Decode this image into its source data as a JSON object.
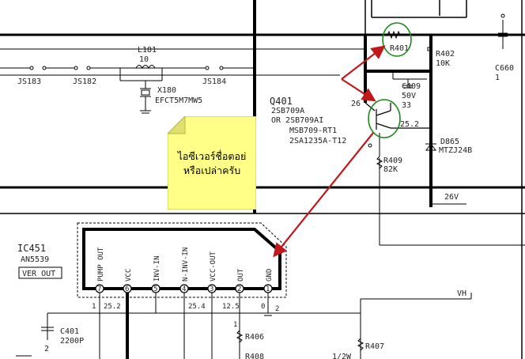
{
  "components": {
    "js183": "JS183",
    "js182": "JS182",
    "js184": "JS184",
    "l181": "L181",
    "l181_value": "10",
    "x180": "X180",
    "x180_part": "EFCT5M7MW5",
    "r401": "R401",
    "r402": "R402",
    "r402_value": "10K",
    "c409": "C409",
    "c409_v": "50V",
    "c409_val": "33",
    "c660": "C660",
    "c660_val": "1",
    "q401": "Q401",
    "q401_p1": "2SB709A",
    "q401_p2": "OR 2SB709AI",
    "q401_p3": "MSB709-RT1",
    "q401_p4": "2SA1235A-T12",
    "d865": "D865",
    "d865_part": "MTZJ24B",
    "r409": "R409",
    "r409_value": "82K",
    "v26": "26V",
    "v25_2": "25.2",
    "node26": "26",
    "ic451": "IC451",
    "ic451_part": "AN5539",
    "ver_out": "VER OUT",
    "c401": "C401",
    "c401_val": "2200P",
    "c401_pin": "2",
    "r406": "R406",
    "r407": "R407",
    "r408": "R408",
    "vh": "VH",
    "w12": "1/2W"
  },
  "ic_pins": [
    {
      "name": "PUMP OUT",
      "number": "7",
      "voltage": "25.2"
    },
    {
      "name": "VCC",
      "number": "6",
      "voltage": ""
    },
    {
      "name": "INV-IN",
      "number": "5",
      "voltage": ""
    },
    {
      "name": "N-INV-IN",
      "number": "4",
      "voltage": "25.4"
    },
    {
      "name": "VCC-OUT",
      "number": "3",
      "voltage": ""
    },
    {
      "name": "OUT",
      "number": "2",
      "voltage": "12.5"
    },
    {
      "name": "GND",
      "number": "1",
      "voltage": "0"
    }
  ],
  "pin_misc": {
    "pin7_left": "1",
    "pin2_left": "1",
    "pin1_right": "2"
  },
  "sticky_note": {
    "line1": "ไอซีเวอร์ชื่อตอย่",
    "line2": "หรือเปล่าครับ",
    "color": "#FFFF88"
  },
  "colors": {
    "highlight_circle": "#1a8a1a",
    "arrow": "#c0191d"
  }
}
